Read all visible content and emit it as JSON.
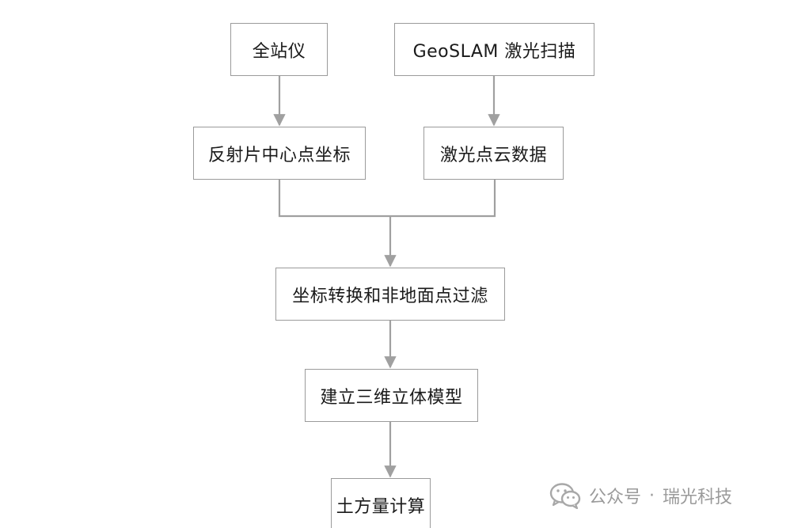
{
  "nodes": {
    "total_station": "全站仪",
    "geoslam": "GeoSLAM 激光扫描",
    "reflector_coords": "反射片中心点坐标",
    "point_cloud": "激光点云数据",
    "transform_filter": "坐标转换和非地面点过滤",
    "build_model": "建立三维立体模型",
    "earthwork_calc": "土方量计算"
  },
  "watermark": {
    "account_prefix": "公众号",
    "separator": "·",
    "account_name": "瑞光科技",
    "icon": "wechat-icon",
    "color": "#9a9a9a"
  },
  "colors": {
    "box_border": "#9b9b9b",
    "connector": "#a0a0a0",
    "text": "#1a1a1a"
  }
}
